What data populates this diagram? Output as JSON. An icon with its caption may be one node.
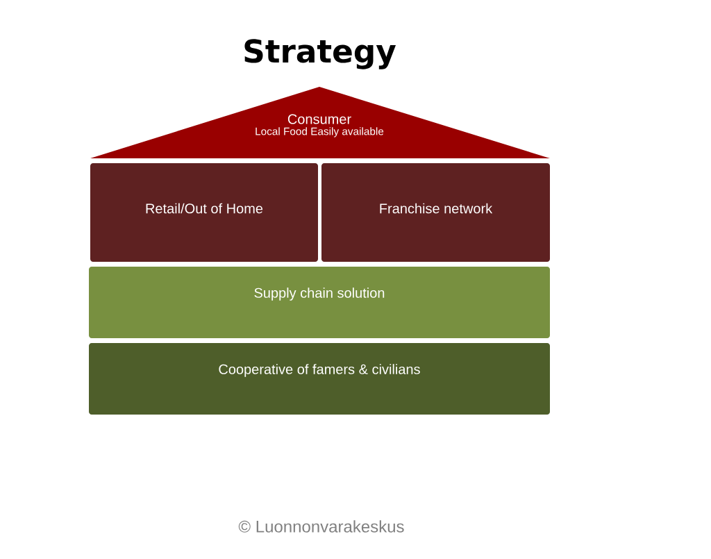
{
  "diagram": {
    "title": "Strategy",
    "nodes": [
      {
        "text": [
          "Consumer",
          "Local Food Easily available"
        ]
      },
      {
        "text": [
          "Retail/Out of Home"
        ]
      },
      {
        "text": [
          "Franchise network"
        ]
      },
      {
        "text": [
          "Supply chain solution"
        ]
      },
      {
        "text": [
          "Cooperative of famers & civilians"
        ]
      }
    ],
    "labels": [
      "© Luonnonvarakeskus"
    ]
  }
}
